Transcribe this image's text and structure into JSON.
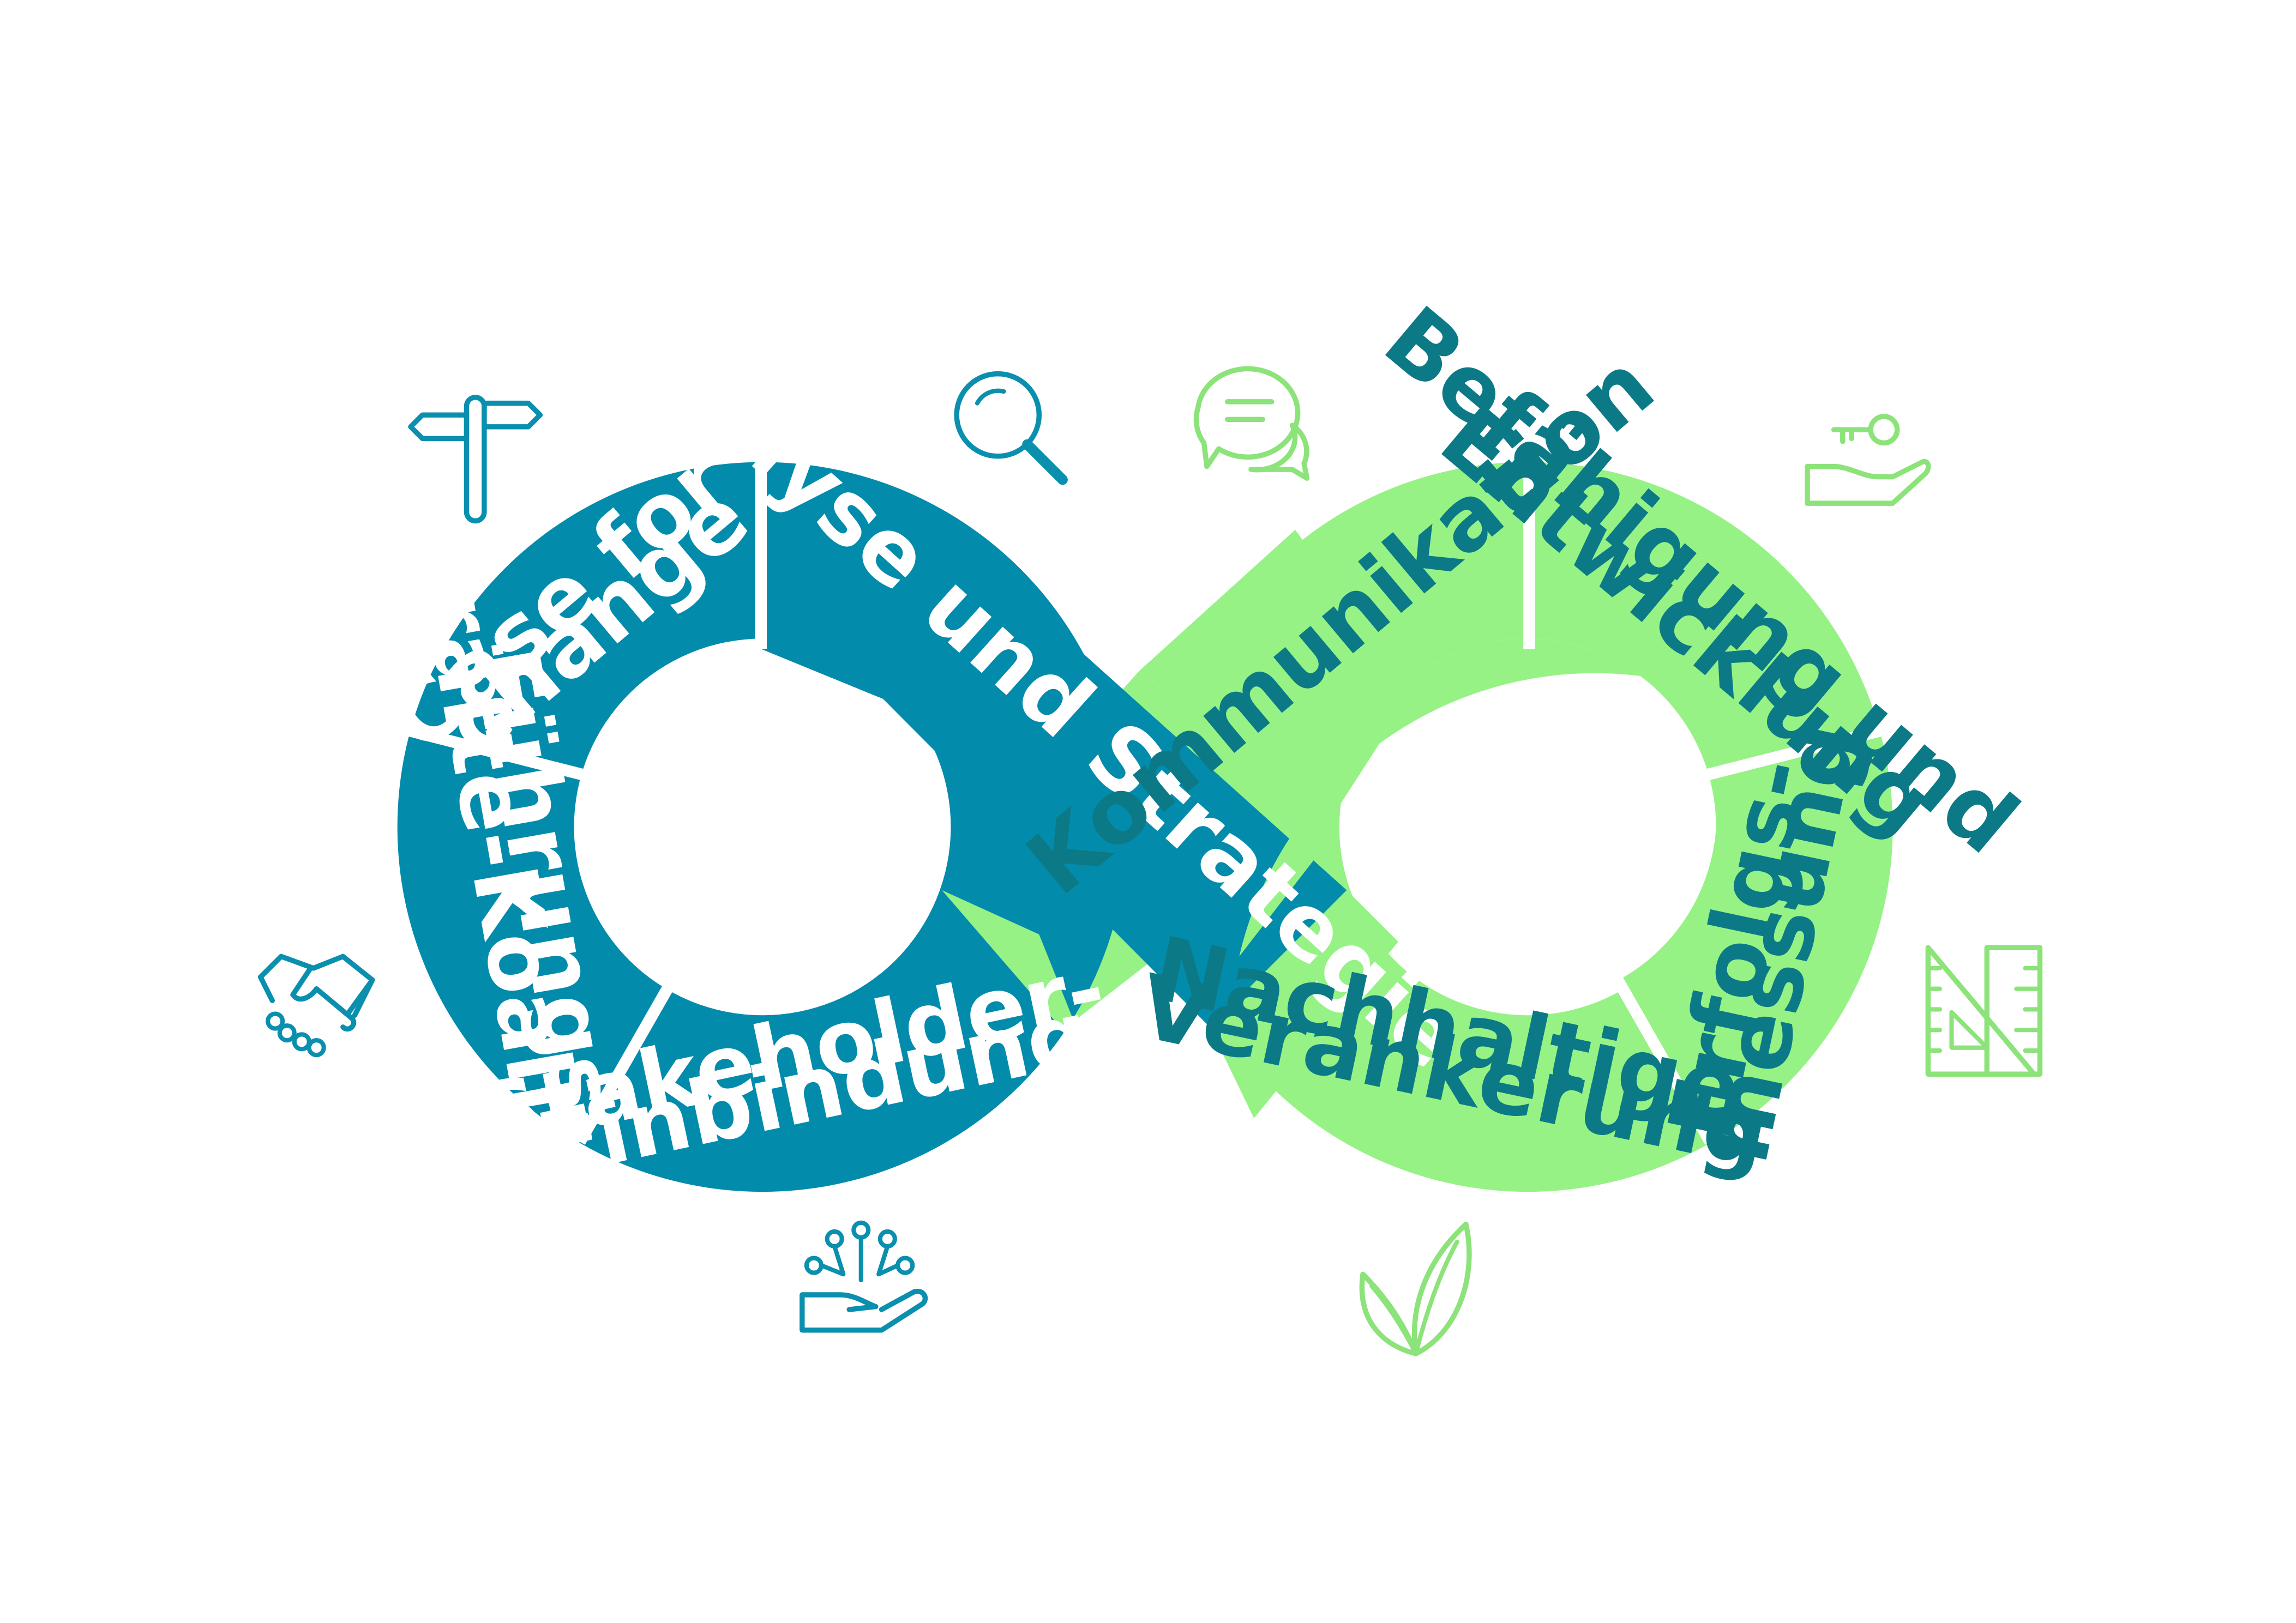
{
  "colors": {
    "blue": "#038bac",
    "green": "#97f286",
    "label_on_green": "#0b7a86",
    "icon_blue": "#0a8fae",
    "icon_green": "#8ce37a"
  },
  "segments": {
    "case_for_change": [
      "Case for",
      "change"
    ],
    "analyse": "Analyse und Strategie",
    "fuehrung": [
      "Führungs-",
      "kräfte-Koalition"
    ],
    "stakeholder": [
      "Stakeholder-",
      "Einbindung"
    ],
    "kommunikation": "Kommunikation",
    "befaehigung": [
      "Befähigung und",
      "Entwicklung"
    ],
    "erfolg": [
      "Erfolgs-",
      "messung"
    ],
    "nachhaltig": [
      "Nachhaltige",
      "Verankerung"
    ]
  },
  "icons": {
    "signpost": "signpost-icon",
    "search": "magnifier-icon",
    "chat": "speech-bubbles-icon",
    "key_hand": "key-in-hand-icon",
    "handshake": "handshake-icon",
    "network_hand": "network-hand-icon",
    "leaf": "leaves-icon",
    "ruler": "ruler-triangle-icon"
  }
}
